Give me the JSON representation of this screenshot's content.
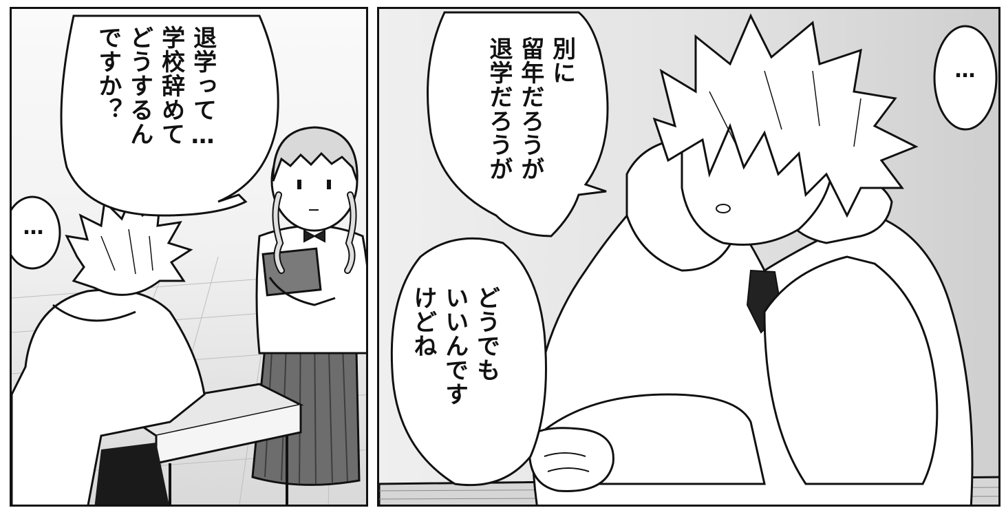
{
  "panels": {
    "left": {
      "speech_girl": "退学って…\n学校辞めて\nどうするん\nですか？",
      "thought_boy": "…"
    },
    "right": {
      "speech_boy_1": "別に\n留年だろうが\n退学だろうが",
      "speech_boy_2": "どうでも\nいいんです\nけどね",
      "thought_girl": "…"
    }
  },
  "colors": {
    "ink": "#111111",
    "paper": "#ffffff",
    "skirt": "#6d6d6d",
    "book": "#7a7a7a",
    "tie": "#222222",
    "hair_boy": "#ffffff",
    "desk": "#e8e8e8"
  }
}
